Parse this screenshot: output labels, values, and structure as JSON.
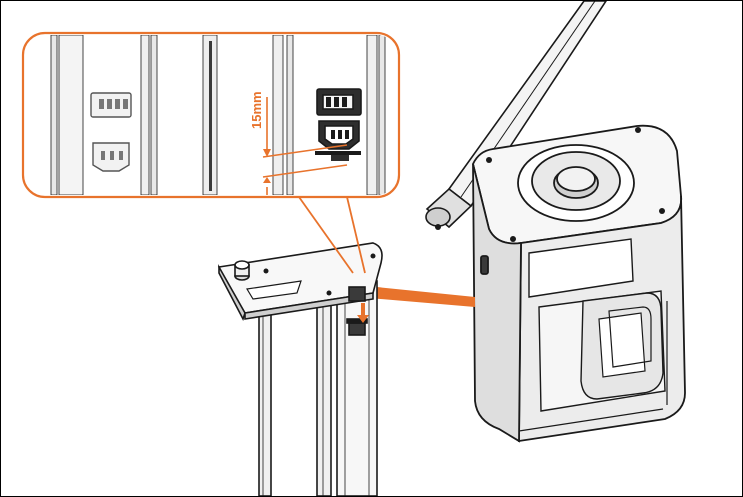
{
  "diagram": {
    "dimension_label": "15mm",
    "colors": {
      "accent": "#e8732c",
      "line": "#1a1a1a",
      "fill_light": "#f4f4f4",
      "fill_mid": "#dcdcdc",
      "fill_dark": "#3a3a3a"
    },
    "icons": [
      "magnifier-callout",
      "power-socket",
      "connector-block",
      "cable-link",
      "device-unit",
      "extension-pole"
    ]
  }
}
